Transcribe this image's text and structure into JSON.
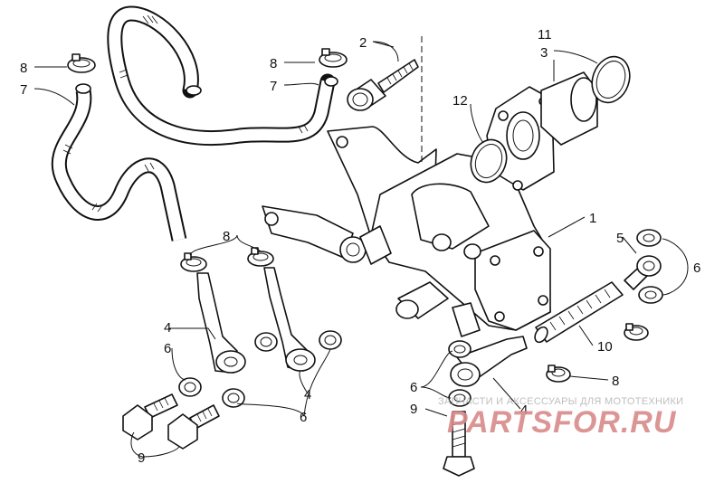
{
  "callouts": [
    {
      "id": "c1",
      "text": "1"
    },
    {
      "id": "c2",
      "text": "2"
    },
    {
      "id": "c3",
      "text": "3"
    },
    {
      "id": "c4a",
      "text": "4"
    },
    {
      "id": "c4b",
      "text": "4"
    },
    {
      "id": "c4c",
      "text": "4"
    },
    {
      "id": "c5",
      "text": "5"
    },
    {
      "id": "c6a",
      "text": "6"
    },
    {
      "id": "c6b",
      "text": "6"
    },
    {
      "id": "c6c",
      "text": "6"
    },
    {
      "id": "c6d",
      "text": "6"
    },
    {
      "id": "c7a",
      "text": "7"
    },
    {
      "id": "c7b",
      "text": "7"
    },
    {
      "id": "c8a",
      "text": "8"
    },
    {
      "id": "c8b",
      "text": "8"
    },
    {
      "id": "c8c",
      "text": "8"
    },
    {
      "id": "c8d",
      "text": "8"
    },
    {
      "id": "c9a",
      "text": "9"
    },
    {
      "id": "c9b",
      "text": "9"
    },
    {
      "id": "c10",
      "text": "10"
    },
    {
      "id": "c11",
      "text": "11"
    },
    {
      "id": "c12",
      "text": "12"
    }
  ],
  "watermark": {
    "tagline": "ЗАПЧАСТИ И АКСЕССУАРЫ ДЛЯ МОТОТЕХНИКИ",
    "logo": "PARTSFOR.RU",
    "logo_color": "#d98a8a",
    "tagline_color": "#b8b8b8"
  },
  "colors": {
    "line": "#111111",
    "background": "#ffffff"
  }
}
